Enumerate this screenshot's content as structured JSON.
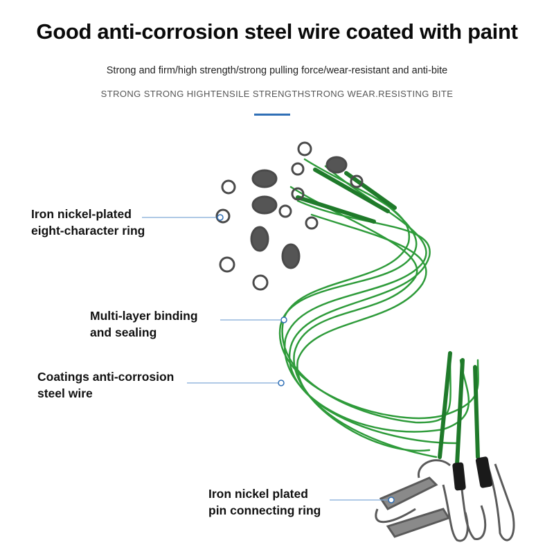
{
  "header": {
    "title": "Good anti-corrosion steel wire coated with paint",
    "subtitle": "Strong and firm/high strength/strong pulling force/wear-resistant and anti-bite",
    "caps_line": "STRONG STRONG HIGHTENSILE STRENGTHSTRONG WEAR.RESISTING BITE",
    "accent_color": "#2f6fb6"
  },
  "callouts": [
    {
      "line1": "Iron nickel-plated",
      "line2": "eight-character ring"
    },
    {
      "line1": "Multi-layer binding",
      "line2": "and sealing"
    },
    {
      "line1": "Coatings anti-corrosion",
      "line2": "steel wire"
    },
    {
      "line1": "Iron nickel plated",
      "line2": "pin connecting ring"
    }
  ],
  "colors": {
    "wire": "#2e9b3a",
    "wire_dark": "#1f7a2a",
    "metal": "#4a4a4a",
    "leader_line": "#7fa9d6"
  }
}
